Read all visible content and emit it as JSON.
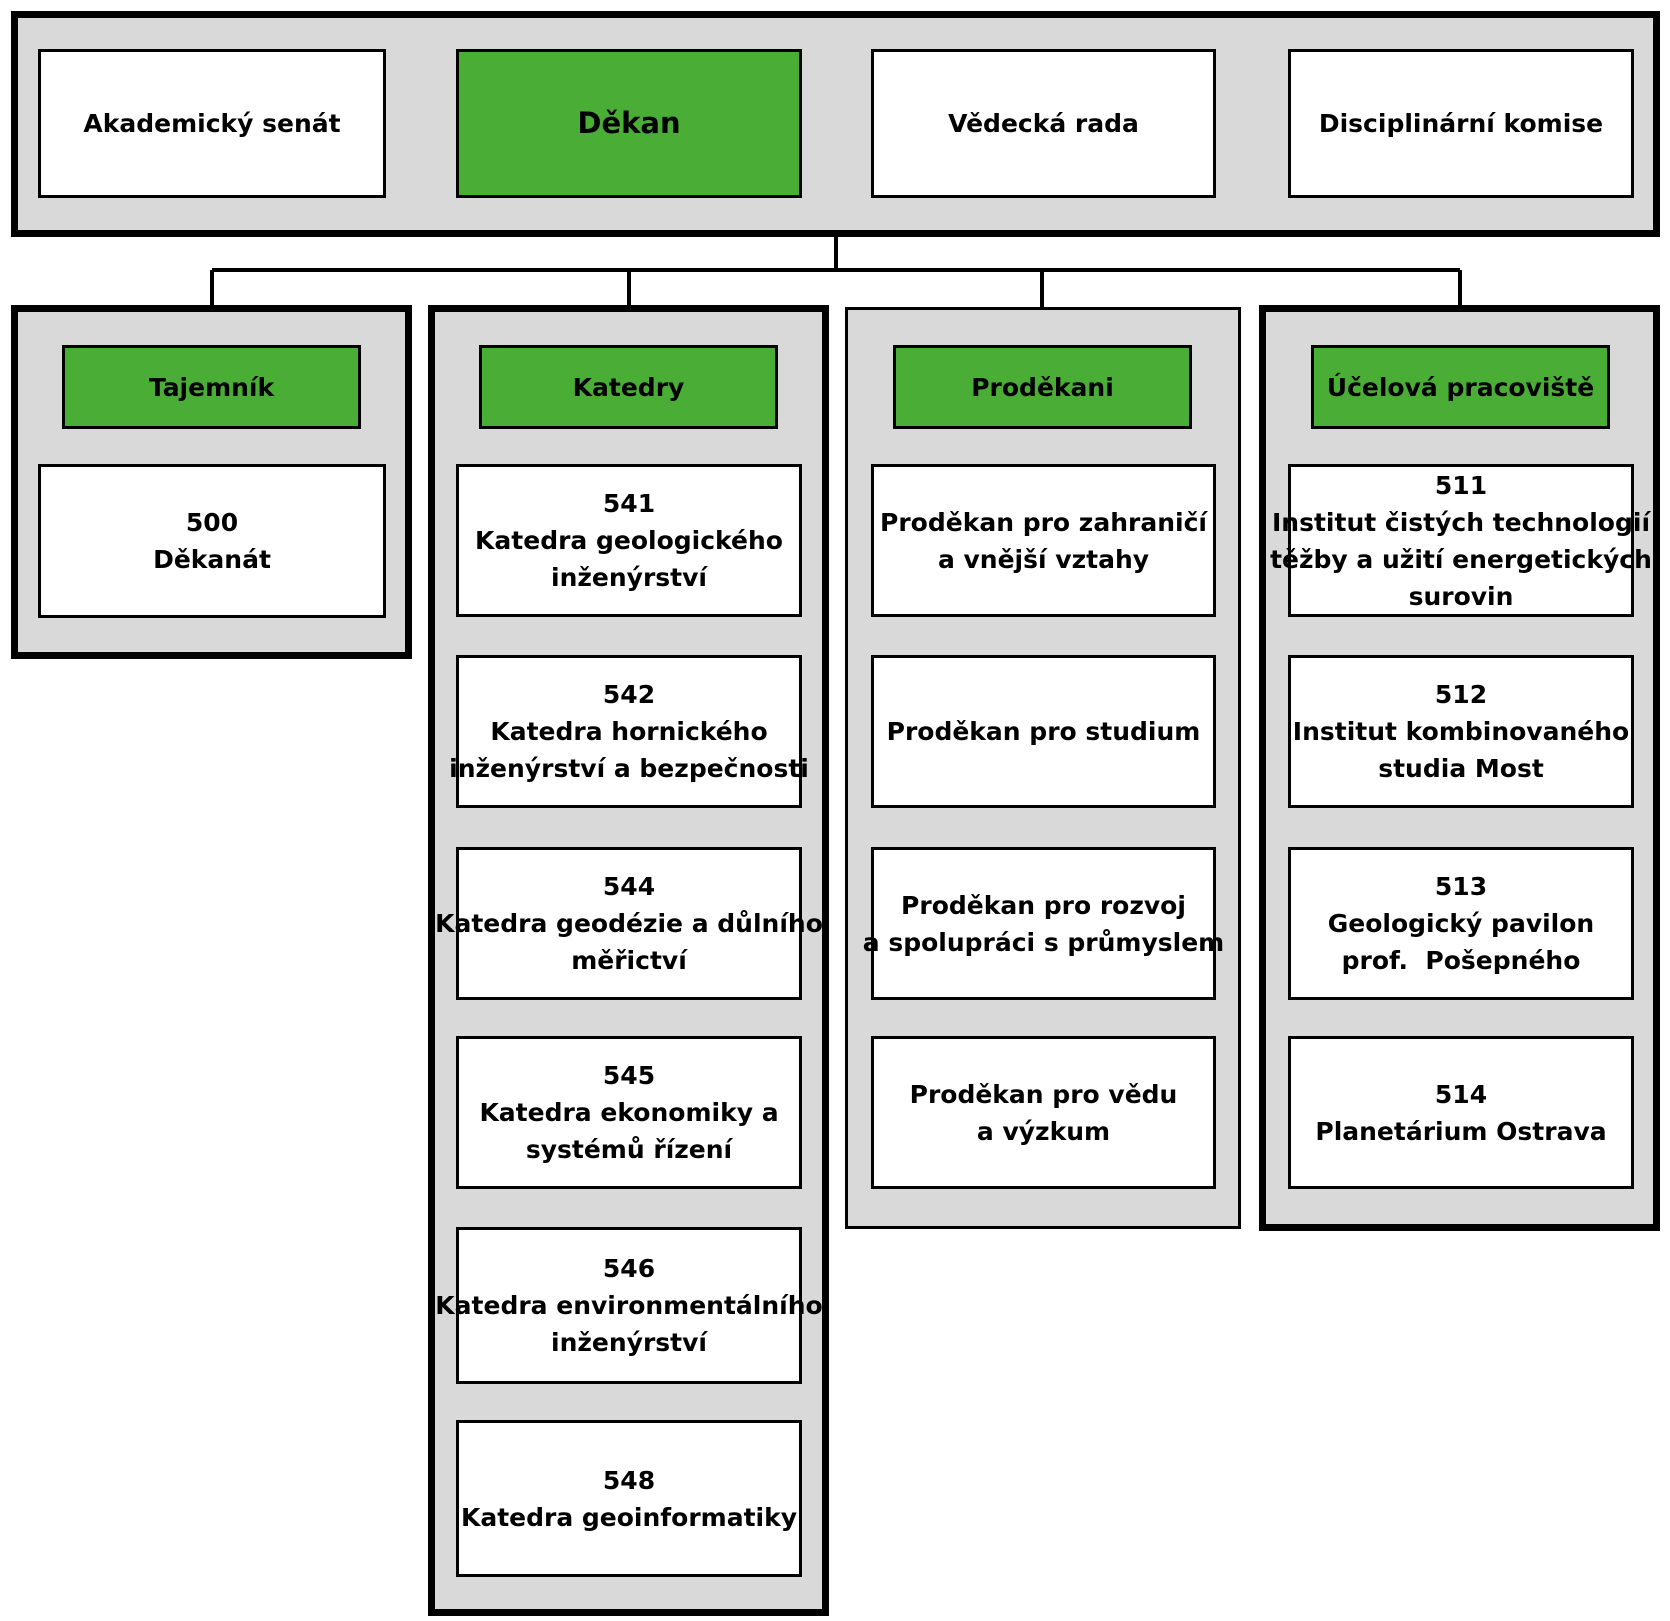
{
  "colors": {
    "accent": "#4aad35",
    "panel": "#d9d9d9",
    "border": "#000000",
    "box": "#ffffff"
  },
  "top": {
    "academic_senate": "Akademický senát",
    "dean": "Děkan",
    "scientific_board": "Vědecká rada",
    "disciplinary_committee": "Disciplinární komise"
  },
  "secretary": {
    "header": "Tajemník",
    "items": [
      {
        "code": "500",
        "name": [
          "Děkanát"
        ]
      }
    ]
  },
  "departments": {
    "header": "Katedry",
    "items": [
      {
        "code": "541",
        "name": [
          "Katedra geologického",
          "inženýrství"
        ]
      },
      {
        "code": "542",
        "name": [
          "Katedra hornického",
          "inženýrství a bezpečnosti"
        ]
      },
      {
        "code": "544",
        "name": [
          "Katedra geodézie a důlního",
          "měřictví"
        ]
      },
      {
        "code": "545",
        "name": [
          "Katedra ekonomiky a",
          "systémů řízení"
        ]
      },
      {
        "code": "546",
        "name": [
          "Katedra environmentálního",
          "inženýrství"
        ]
      },
      {
        "code": "548",
        "name": [
          "Katedra geoinformatiky"
        ]
      }
    ]
  },
  "vice_deans": {
    "header": "Proděkani",
    "items": [
      {
        "name": [
          "Proděkan pro zahraničí",
          "a vnější vztahy"
        ]
      },
      {
        "name": [
          "Proděkan pro studium"
        ]
      },
      {
        "name": [
          "Proděkan pro rozvoj",
          "a spolupráci s průmyslem"
        ]
      },
      {
        "name": [
          "Proděkan pro vědu",
          "a výzkum"
        ]
      }
    ]
  },
  "special_units": {
    "header": "Účelová pracoviště",
    "items": [
      {
        "code": "511",
        "name": [
          "Institut čistých technologií",
          "těžby a užití energetických",
          "surovin"
        ]
      },
      {
        "code": "512",
        "name": [
          "Institut kombinovaného",
          "studia Most"
        ]
      },
      {
        "code": "513",
        "name": [
          "Geologický pavilon",
          "prof.  Pošepného"
        ]
      },
      {
        "code": "514",
        "name": [
          "Planetárium Ostrava"
        ]
      }
    ]
  }
}
